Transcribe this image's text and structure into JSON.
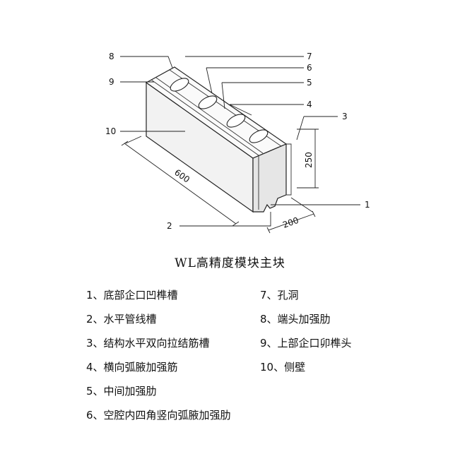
{
  "figure": {
    "callouts": [
      "1",
      "2",
      "3",
      "4",
      "5",
      "6",
      "7",
      "8",
      "9",
      "10"
    ],
    "dimensions": {
      "length": "600",
      "width": "200",
      "height": "250"
    }
  },
  "title": "WL高精度模块主块",
  "legend": {
    "left": [
      "1、底部企口凹榫槽",
      "2、水平管线槽",
      "3、结构水平双向拉结筋槽",
      "4、横向弧腋加强筋",
      "5、中间加强肋",
      "6、空腔内四角竖向弧腋加强肋"
    ],
    "right": [
      "7、孔洞",
      "8、端头加强肋",
      "9、上部企口卯榫头",
      "10、侧壁"
    ]
  }
}
